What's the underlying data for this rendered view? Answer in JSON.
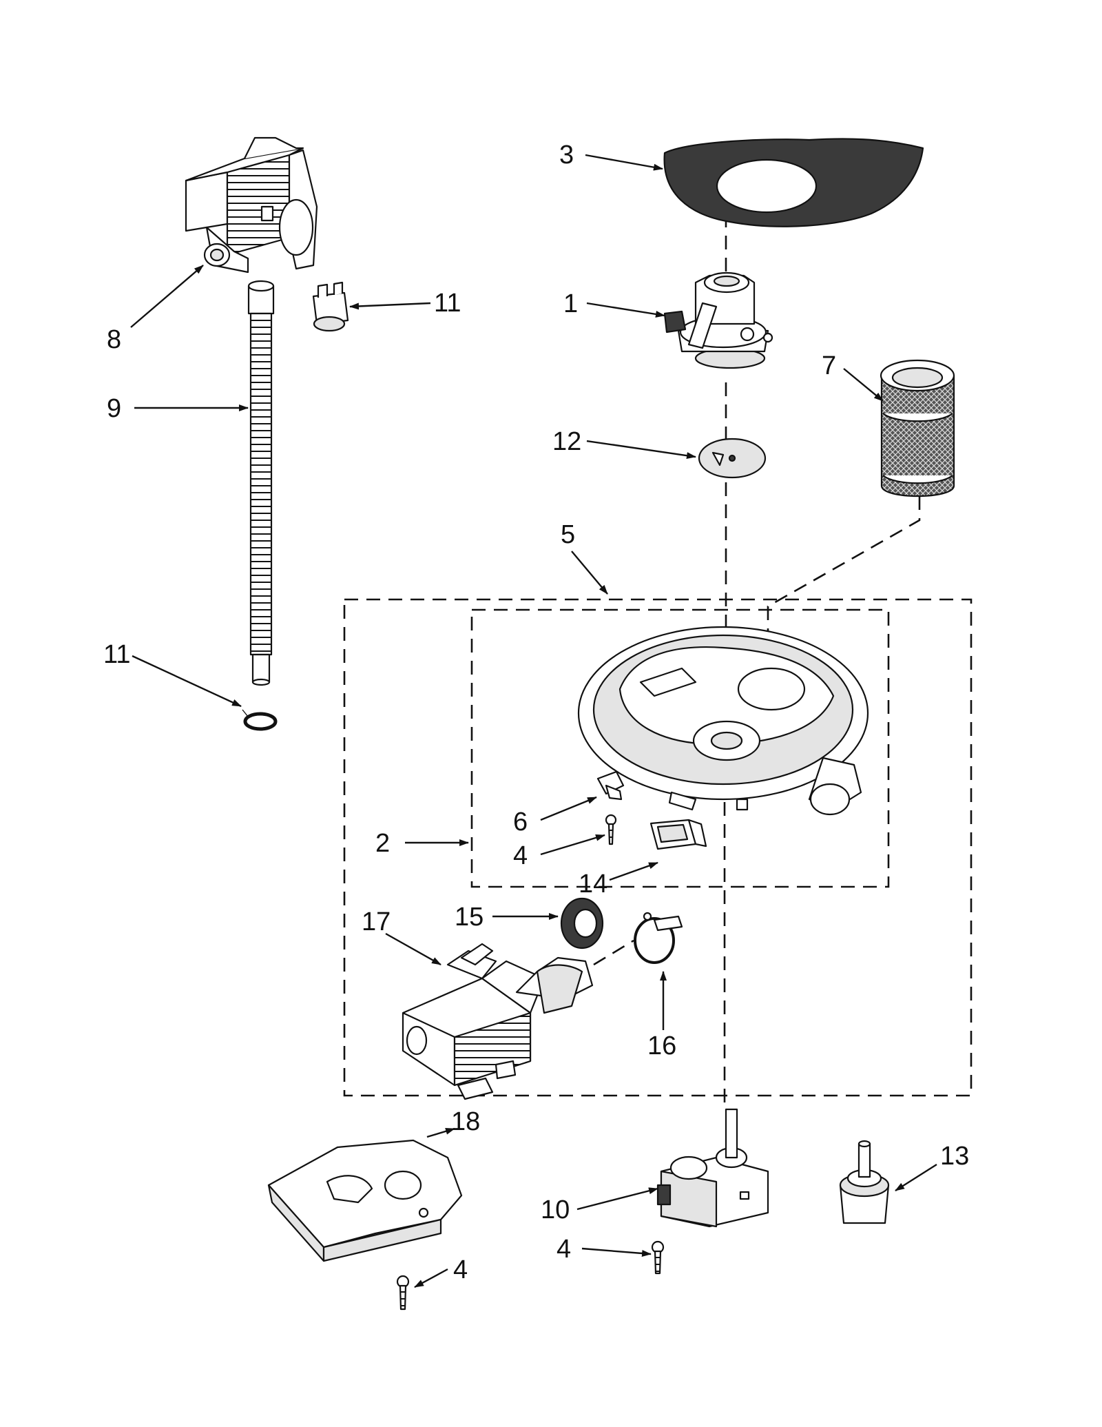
{
  "callouts": {
    "c1": "1",
    "c2": "2",
    "c3": "3",
    "c4a": "4",
    "c4b": "4",
    "c4c": "4",
    "c5": "5",
    "c6": "6",
    "c7": "7",
    "c8": "8",
    "c9": "9",
    "c10": "10",
    "c11a": "11",
    "c11b": "11",
    "c12": "12",
    "c13": "13",
    "c14": "14",
    "c15": "15",
    "c16": "16",
    "c17": "17",
    "c18": "18"
  },
  "colors": {
    "ink": "#111111",
    "paper": "#ffffff",
    "shade": "#e4e4e4",
    "dark": "#3a3a3a"
  }
}
